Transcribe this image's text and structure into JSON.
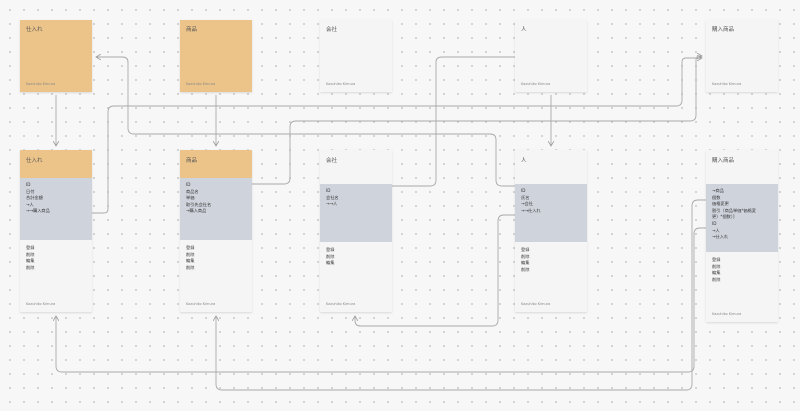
{
  "notes": [
    {
      "id": "shiire-note",
      "title": "仕入れ",
      "author": "Kazuhiko Kimura",
      "color": "orange"
    },
    {
      "id": "shohin-note",
      "title": "商品",
      "author": "Kazuhiko Kimura",
      "color": "orange"
    },
    {
      "id": "kaisha-note",
      "title": "会社",
      "author": "Kazuhiko Kimura",
      "color": "white"
    },
    {
      "id": "hito-note",
      "title": "人",
      "author": "Kazuhiko Kimura",
      "color": "white"
    },
    {
      "id": "konyu-note",
      "title": "購入商品",
      "author": "Kazuhiko Kimura",
      "color": "white"
    }
  ],
  "cards": [
    {
      "id": "shiire-card",
      "title": "仕入れ",
      "color": "orange",
      "attrs": [
        "ID",
        "日付",
        "合計金額",
        "→人",
        "→→購入商品"
      ],
      "ops": [
        "登録",
        "削除",
        "編集",
        "削除"
      ],
      "author": "Kazuhiko Kimura"
    },
    {
      "id": "shohin-card",
      "title": "商品",
      "color": "orange",
      "attrs": [
        "ID",
        "商品名",
        "単価",
        "取引先会社名",
        "→購入商品"
      ],
      "ops": [
        "登録",
        "削除",
        "編集",
        "削除"
      ],
      "author": "Kazuhiko Kimura"
    },
    {
      "id": "kaisha-card",
      "title": "会社",
      "color": "white",
      "attrs": [
        "ID",
        "会社名",
        "→→人"
      ],
      "ops": [
        "登録",
        "削除",
        "編集"
      ],
      "author": "Kazuhiko Kimura"
    },
    {
      "id": "hito-card",
      "title": "人",
      "color": "white",
      "attrs": [
        "ID",
        "氏名",
        "→会社",
        "→→仕入れ"
      ],
      "ops": [
        "登録",
        "削除",
        "編集",
        "削除"
      ],
      "author": "Kazuhiko Kimura"
    },
    {
      "id": "konyu-card",
      "title": "購入商品",
      "color": "white",
      "attrs": [
        "→商品",
        "個数",
        "価格変更",
        "割引（商品単価*価格変",
        "更）*個数）]",
        "ID",
        "→人",
        "→仕入れ"
      ],
      "ops": [
        "登録",
        "削除",
        "編集",
        "削除"
      ],
      "author": "Kazuhiko Kimura"
    }
  ]
}
